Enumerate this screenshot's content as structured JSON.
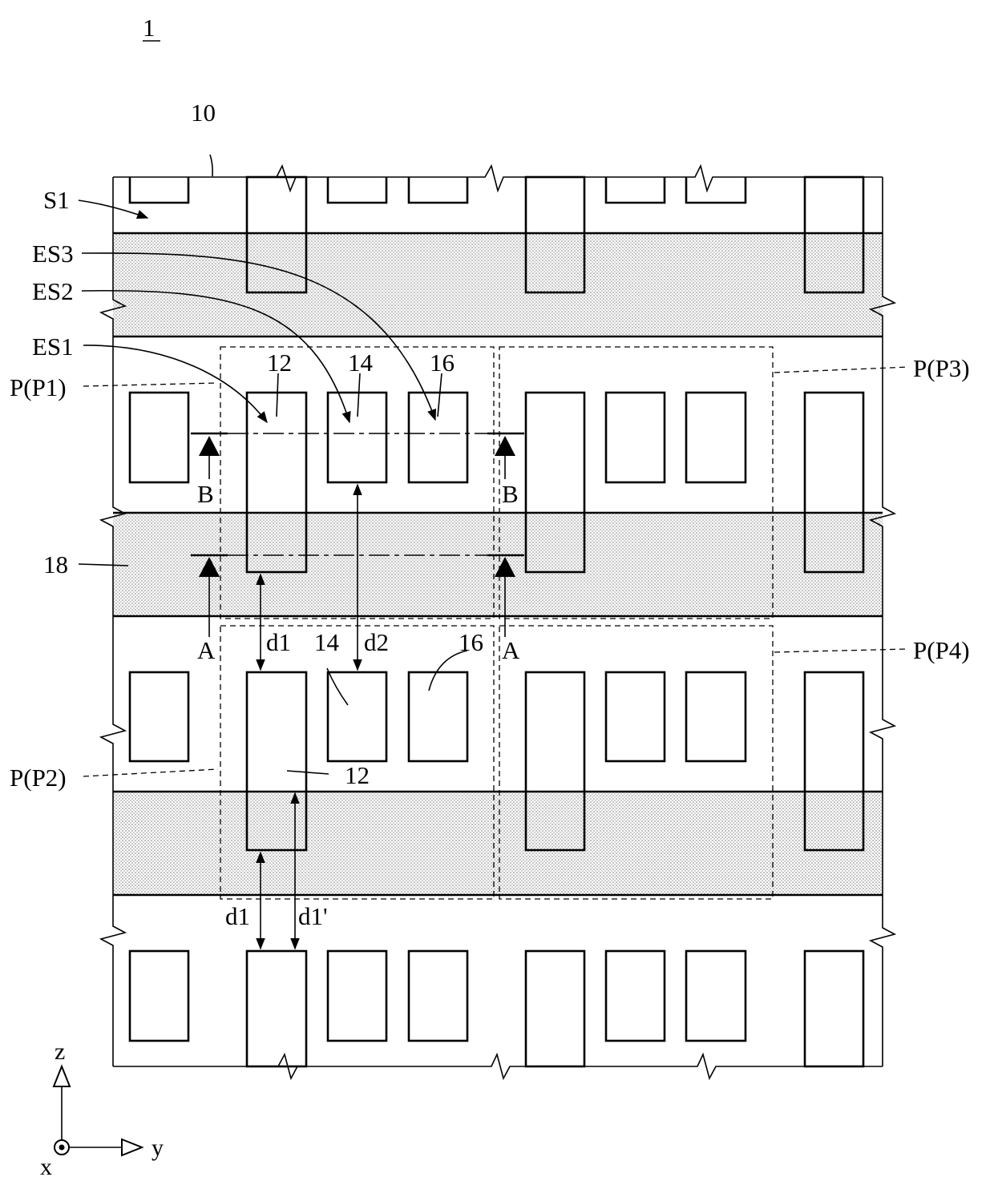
{
  "figure_label": "1",
  "labels": {
    "substrate": "10",
    "surface": "S1",
    "es3": "ES3",
    "es2": "ES2",
    "es1": "ES1",
    "p_p1": "P(P1)",
    "p_p2": "P(P2)",
    "p_p3": "P(P3)",
    "p_p4": "P(P4)",
    "isolation": "18",
    "n12_top": "12",
    "n14_top": "14",
    "n16_top": "16",
    "n14_mid": "14",
    "n16_mid": "16",
    "n12_mid": "12",
    "d1_a": "d1",
    "d2": "d2",
    "d1_b": "d1",
    "d1_prime": "d1'",
    "section_b_left": "B",
    "section_b_right": "B",
    "section_a_left": "A",
    "section_a_right": "A"
  },
  "axes": {
    "z": "z",
    "y": "y",
    "x": "x"
  }
}
